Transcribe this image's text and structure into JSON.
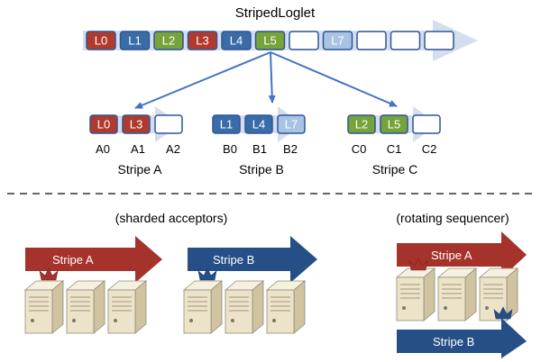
{
  "title": "StripedLoglet",
  "colors": {
    "red": "#B03A2E",
    "blue": "#3A6CA8",
    "green": "#76A33A",
    "light_blue": "#A9C3E2",
    "empty": "#FFFFFF",
    "border": "#2F5597",
    "arrow_bg": "#C9D6EA",
    "dark_red": "#A5322B",
    "dark_blue": "#254F86",
    "server": "#EDE3C8"
  },
  "loglet": {
    "cells": [
      {
        "label": "L0",
        "color": "red"
      },
      {
        "label": "L1",
        "color": "blue"
      },
      {
        "label": "L2",
        "color": "green"
      },
      {
        "label": "L3",
        "color": "red"
      },
      {
        "label": "L4",
        "color": "blue"
      },
      {
        "label": "L5",
        "color": "green"
      },
      {
        "label": "",
        "color": "empty"
      },
      {
        "label": "L7",
        "color": "light_blue"
      },
      {
        "label": "",
        "color": "empty"
      },
      {
        "label": "",
        "color": "empty"
      },
      {
        "label": "",
        "color": "empty"
      }
    ]
  },
  "stripes": [
    {
      "name": "Stripe A",
      "cells": [
        {
          "label": "L0",
          "color": "red"
        },
        {
          "label": "L3",
          "color": "red"
        },
        {
          "label": "",
          "color": "empty"
        }
      ],
      "positions": [
        "A0",
        "A1",
        "A2"
      ]
    },
    {
      "name": "Stripe B",
      "cells": [
        {
          "label": "L1",
          "color": "blue"
        },
        {
          "label": "L4",
          "color": "blue"
        },
        {
          "label": "L7",
          "color": "light_blue"
        }
      ],
      "positions": [
        "B0",
        "B1",
        "B2"
      ]
    },
    {
      "name": "Stripe C",
      "cells": [
        {
          "label": "L2",
          "color": "green"
        },
        {
          "label": "L5",
          "color": "green"
        },
        {
          "label": "",
          "color": "empty"
        }
      ],
      "positions": [
        "C0",
        "C1",
        "C2"
      ]
    }
  ],
  "bottom": {
    "sharded": {
      "caption": "(sharded acceptors)",
      "arrow_a": "Stripe A",
      "arrow_b": "Stripe B"
    },
    "rotating": {
      "caption": "(rotating sequencer)",
      "arrow_a": "Stripe A",
      "arrow_b": "Stripe B"
    }
  }
}
